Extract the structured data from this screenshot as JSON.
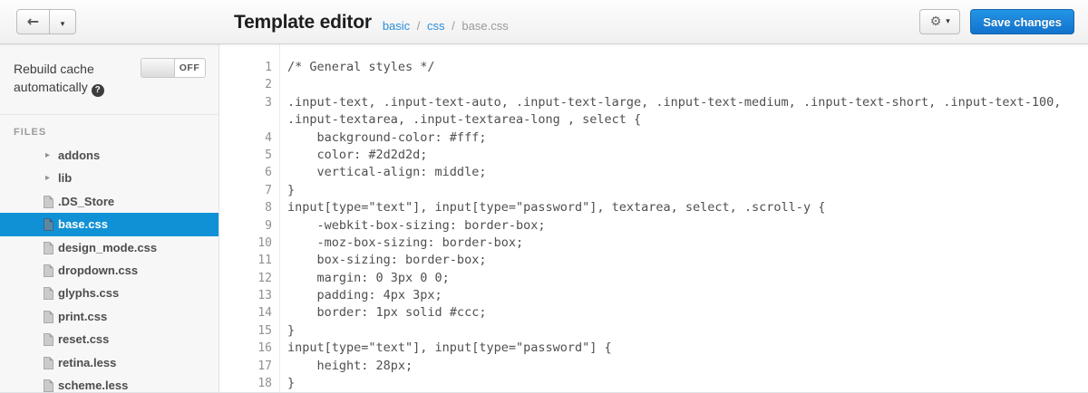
{
  "icons": {
    "back_arrow": "←",
    "chevron_down": "▾",
    "gear": "⚙",
    "help": "?",
    "folder_chevron": "▸"
  },
  "header": {
    "title": "Template editor",
    "breadcrumb": {
      "links": [
        "basic",
        "css"
      ],
      "separator": "/",
      "current": "base.css"
    },
    "save_button_label": "Save changes"
  },
  "sidebar": {
    "rebuild": {
      "label_line1": "Rebuild cache",
      "label_line2": "automatically",
      "toggle_state": "OFF"
    },
    "files_label": "FILES",
    "files": [
      {
        "name": "addons",
        "type": "folder"
      },
      {
        "name": "lib",
        "type": "folder"
      },
      {
        "name": ".DS_Store",
        "type": "file"
      },
      {
        "name": "base.css",
        "type": "file",
        "selected": true
      },
      {
        "name": "design_mode.css",
        "type": "file"
      },
      {
        "name": "dropdown.css",
        "type": "file"
      },
      {
        "name": "glyphs.css",
        "type": "file"
      },
      {
        "name": "print.css",
        "type": "file"
      },
      {
        "name": "reset.css",
        "type": "file"
      },
      {
        "name": "retina.less",
        "type": "file"
      },
      {
        "name": "scheme.less",
        "type": "file"
      }
    ]
  },
  "editor": {
    "lines": [
      {
        "num": "1",
        "text": "/* General styles */"
      },
      {
        "num": "2",
        "text": ""
      },
      {
        "num": "3",
        "text": ".input-text, .input-text-auto, .input-text-large, .input-text-medium, .input-text-short, .input-text-100,"
      },
      {
        "num": "",
        "text": ".input-textarea, .input-textarea-long , select {"
      },
      {
        "num": "4",
        "text": "    background-color: #fff;"
      },
      {
        "num": "5",
        "text": "    color: #2d2d2d;"
      },
      {
        "num": "6",
        "text": "    vertical-align: middle;"
      },
      {
        "num": "7",
        "text": "}"
      },
      {
        "num": "8",
        "text": "input[type=\"text\"], input[type=\"password\"], textarea, select, .scroll-y {"
      },
      {
        "num": "9",
        "text": "    -webkit-box-sizing: border-box;"
      },
      {
        "num": "10",
        "text": "    -moz-box-sizing: border-box;"
      },
      {
        "num": "11",
        "text": "    box-sizing: border-box;"
      },
      {
        "num": "12",
        "text": "    margin: 0 3px 0 0;"
      },
      {
        "num": "13",
        "text": "    padding: 4px 3px;"
      },
      {
        "num": "14",
        "text": "    border: 1px solid #ccc;"
      },
      {
        "num": "15",
        "text": "}"
      },
      {
        "num": "16",
        "text": "input[type=\"text\"], input[type=\"password\"] {"
      },
      {
        "num": "17",
        "text": "    height: 28px;"
      },
      {
        "num": "18",
        "text": "}"
      }
    ]
  },
  "colors": {
    "selected_file_blue": "#1191d5",
    "breadcrumb_link_blue": "#2b8fd9",
    "save_button_blue": "#1b80d6",
    "code_text_gray": "#4f4f4f"
  }
}
